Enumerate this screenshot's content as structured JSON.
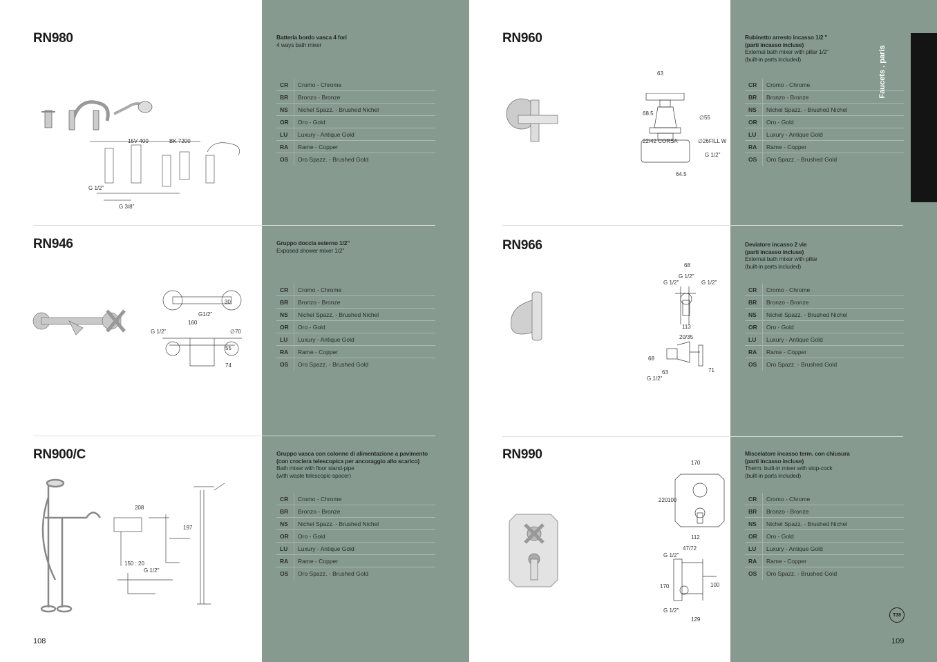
{
  "pages": {
    "left_number": "108",
    "right_number": "109"
  },
  "side_tab": "Faucets . paris",
  "logo_text": "T38",
  "finishes": [
    {
      "code": "CR",
      "label": "Cromo - Chrome"
    },
    {
      "code": "BR",
      "label": "Bronzo - Bronze"
    },
    {
      "code": "NS",
      "label": "Nichel Spazz. - Brushed  Nichel"
    },
    {
      "code": "OR",
      "label": "Oro - Gold"
    },
    {
      "code": "LU",
      "label": "Luxury - Antique Gold"
    },
    {
      "code": "RA",
      "label": "Rame - Copper"
    },
    {
      "code": "OS",
      "label": "Oro Spazz. - Brushed Gold"
    }
  ],
  "products": [
    {
      "code": "RN980",
      "italian": [
        "Batteria bordo vasca 4 fori"
      ],
      "english": [
        "4 ways bath mixer"
      ],
      "dims": [
        "15V 400",
        "BK 7200",
        "G 1/2\"",
        "G 3/8\""
      ]
    },
    {
      "code": "RN946",
      "italian": [
        "Gruppo doccia esterno 1/2\""
      ],
      "english": [
        "Exposed shower mixer 1/2\""
      ],
      "dims": [
        "30",
        "160",
        "G 1/2\"",
        "G1/2\"",
        "∅70",
        "55",
        "74"
      ]
    },
    {
      "code": "RN900/C",
      "italian": [
        "Gruppo vasca con colonne di alimentazione a pavimento",
        "(con crociera telescopica per ancoraggio allo scarico)"
      ],
      "english": [
        "Bath mixer with floor stand-pipe",
        "(with waste telescopic-spacer)"
      ],
      "dims": [
        "208",
        "150 : 20",
        "G 1/2\"",
        "197"
      ]
    },
    {
      "code": "RN960",
      "italian": [
        "Rubinetto arresto incasso 1/2 \"",
        "(parti incasso incluse)"
      ],
      "english": [
        "External bath mixer with pillar 1/2\"",
        "(built-in parts included)"
      ],
      "dims": [
        "63",
        "68.5",
        "∅55",
        "22/42 CORSA",
        "∅26FILL W",
        "G 1/2\"",
        "64.5"
      ]
    },
    {
      "code": "RN966",
      "italian": [
        "Deviatore incasso 2 vie",
        "(parti incasso incluse)"
      ],
      "english": [
        "External bath mixer with pillar",
        "(built-in parts included)"
      ],
      "dims": [
        "68",
        "G 1/2\"",
        "G 1/2\"",
        "G 1/2\"",
        "113",
        "20/35",
        "68",
        "63",
        "71",
        "G 1/2\""
      ]
    },
    {
      "code": "RN990",
      "italian": [
        "Miscelatore incasso term. con chiusura",
        "(parti incasso incluse)"
      ],
      "english": [
        "Therm. built-in mixer with stop-cock",
        "(built-in parts included)"
      ],
      "dims": [
        "170",
        "220",
        "100",
        "112",
        "47/72",
        "G 1/2\"",
        "170",
        "100",
        "129",
        "G 1/2\""
      ]
    }
  ]
}
